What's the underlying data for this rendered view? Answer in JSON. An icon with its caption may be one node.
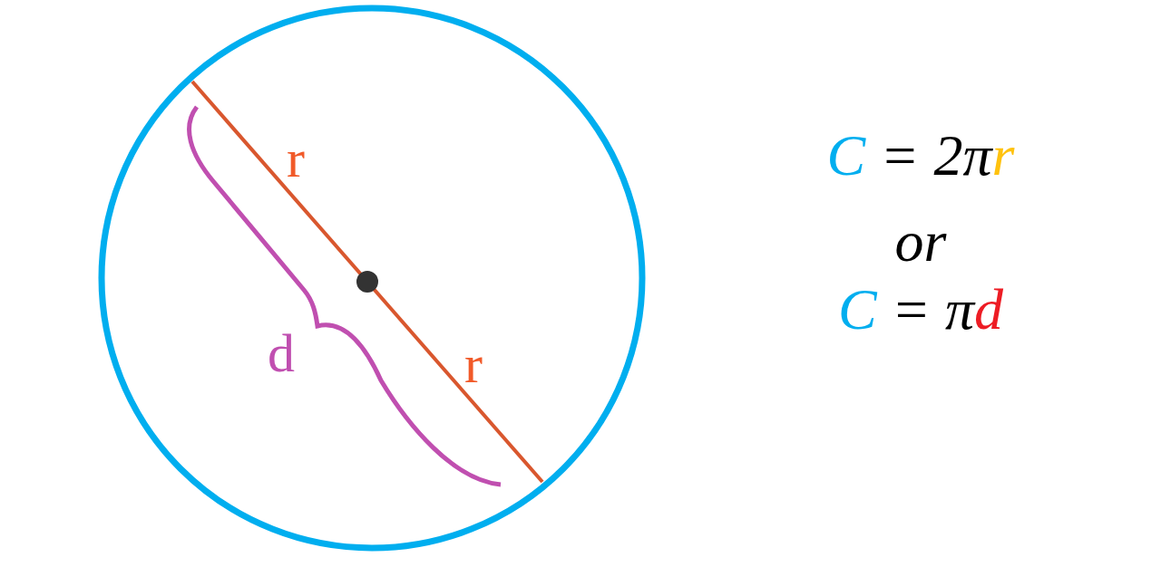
{
  "diagram": {
    "labels": [
      "r",
      "r",
      "d",
      "C = 2πr",
      "or",
      "C = πd"
    ]
  }
}
